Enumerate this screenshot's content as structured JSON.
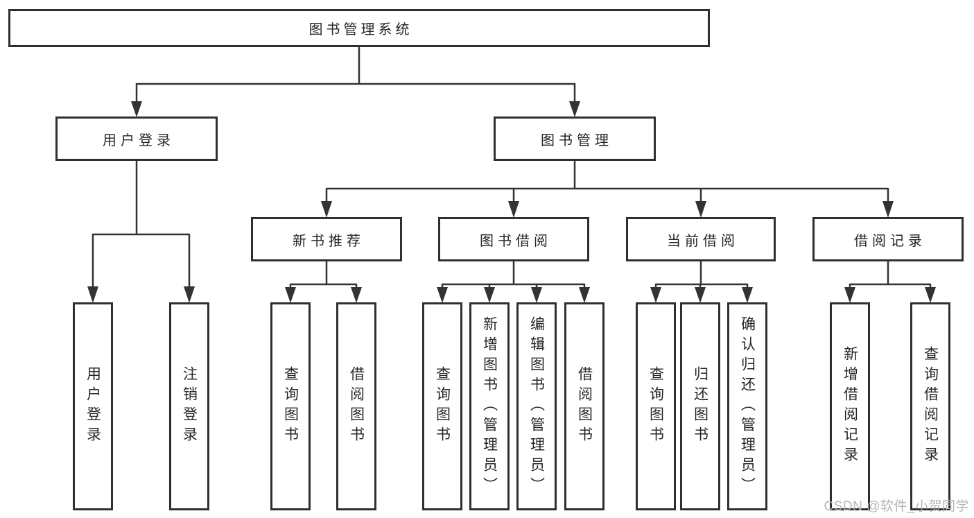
{
  "diagram_type": "hierarchy-org-chart",
  "tree": {
    "label": "图书管理系统",
    "children": [
      {
        "label": "用户登录",
        "children": [
          {
            "label": "用户登录"
          },
          {
            "label": "注销登录"
          }
        ]
      },
      {
        "label": "图书管理",
        "children": [
          {
            "label": "新书推荐",
            "children": [
              {
                "label": "查询图书"
              },
              {
                "label": "借阅图书"
              }
            ]
          },
          {
            "label": "图书借阅",
            "children": [
              {
                "label": "查询图书"
              },
              {
                "label": "新增图书（管理员）"
              },
              {
                "label": "编辑图书（管理员）"
              },
              {
                "label": "借阅图书"
              }
            ]
          },
          {
            "label": "当前借阅",
            "children": [
              {
                "label": "查询图书"
              },
              {
                "label": "归还图书"
              },
              {
                "label": "确认归还（管理员）"
              }
            ]
          },
          {
            "label": "借阅记录",
            "children": [
              {
                "label": "新增借阅记录"
              },
              {
                "label": "查询借阅记录"
              }
            ]
          }
        ]
      }
    ]
  },
  "watermark": {
    "text": "CSDN @软件_小贺同学"
  },
  "colors": {
    "line": "#333333",
    "box_border": "#2f2f2f",
    "text": "#262626",
    "background": "#ffffff",
    "watermark": "#b2b2b2"
  }
}
